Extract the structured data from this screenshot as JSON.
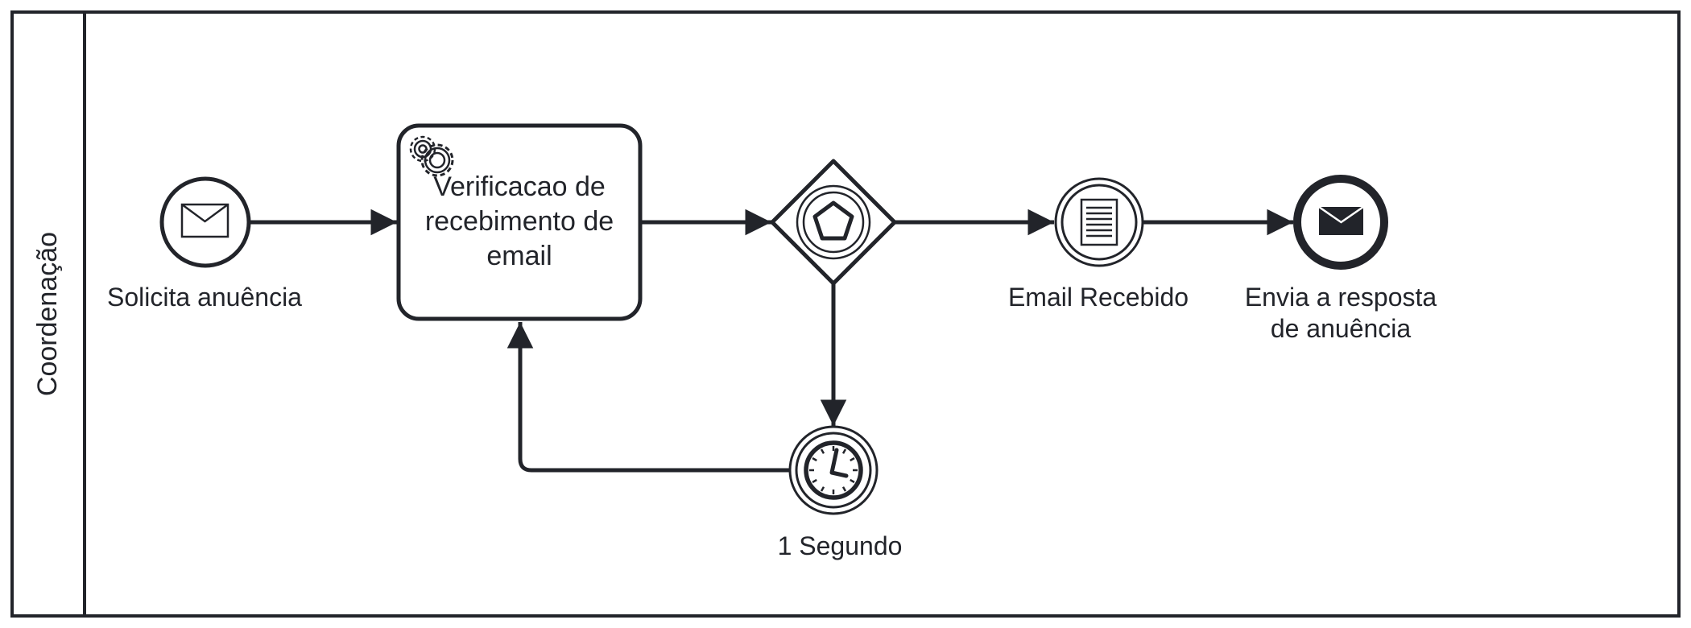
{
  "colors": {
    "stroke": "#22242a",
    "background": "#ffffff"
  },
  "lane": {
    "label": "Coordenação"
  },
  "start_event": {
    "label": "Solicita anuência",
    "icon": "envelope-icon"
  },
  "task": {
    "lines": [
      "Verificacao de",
      "recebimento de",
      "email"
    ],
    "icon": "gear-icon"
  },
  "gateway": {
    "icon": "pentagon-icon"
  },
  "intermediate_event": {
    "label": "Email Recebido",
    "icon": "document-icon"
  },
  "end_event": {
    "lines": [
      "Envia a resposta",
      "de anuência"
    ],
    "icon": "envelope-filled-icon"
  },
  "timer_event": {
    "label": "1 Segundo",
    "icon": "clock-icon"
  }
}
